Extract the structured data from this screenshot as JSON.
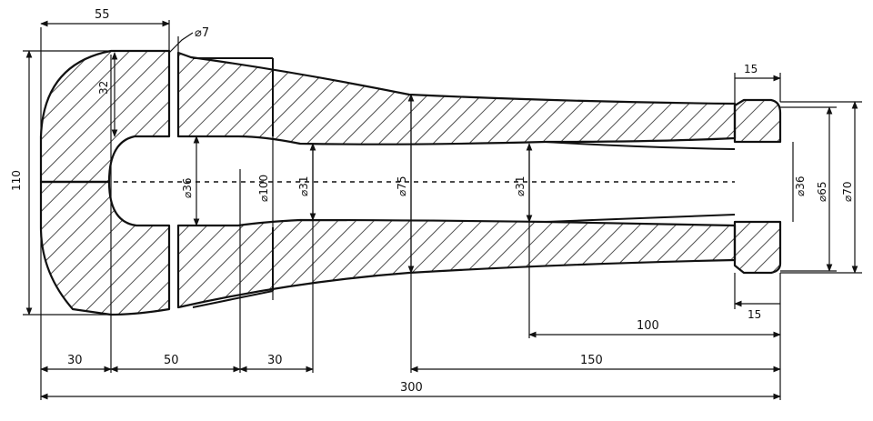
{
  "dimensions": {
    "horizontal": {
      "head_len": "55",
      "seg1": "30",
      "seg2": "50",
      "seg3": "30",
      "right_span": "150",
      "bore_span": "100",
      "groove_w": "15",
      "groove_top": "15",
      "total": "300"
    },
    "diameters": {
      "groove_dia": "⌀7",
      "bore_head": "⌀36",
      "neck": "⌀100",
      "bore_mid": "⌀31",
      "mid_shaft": "⌀75",
      "bore_right": "⌀31",
      "end_bore": "⌀36",
      "end_65": "⌀65",
      "end_70": "⌀70"
    },
    "other": {
      "head_height": "110",
      "groove_depth": "32"
    }
  },
  "colors": {
    "line": "#111111",
    "hatch": "#222222",
    "background": "#ffffff"
  }
}
